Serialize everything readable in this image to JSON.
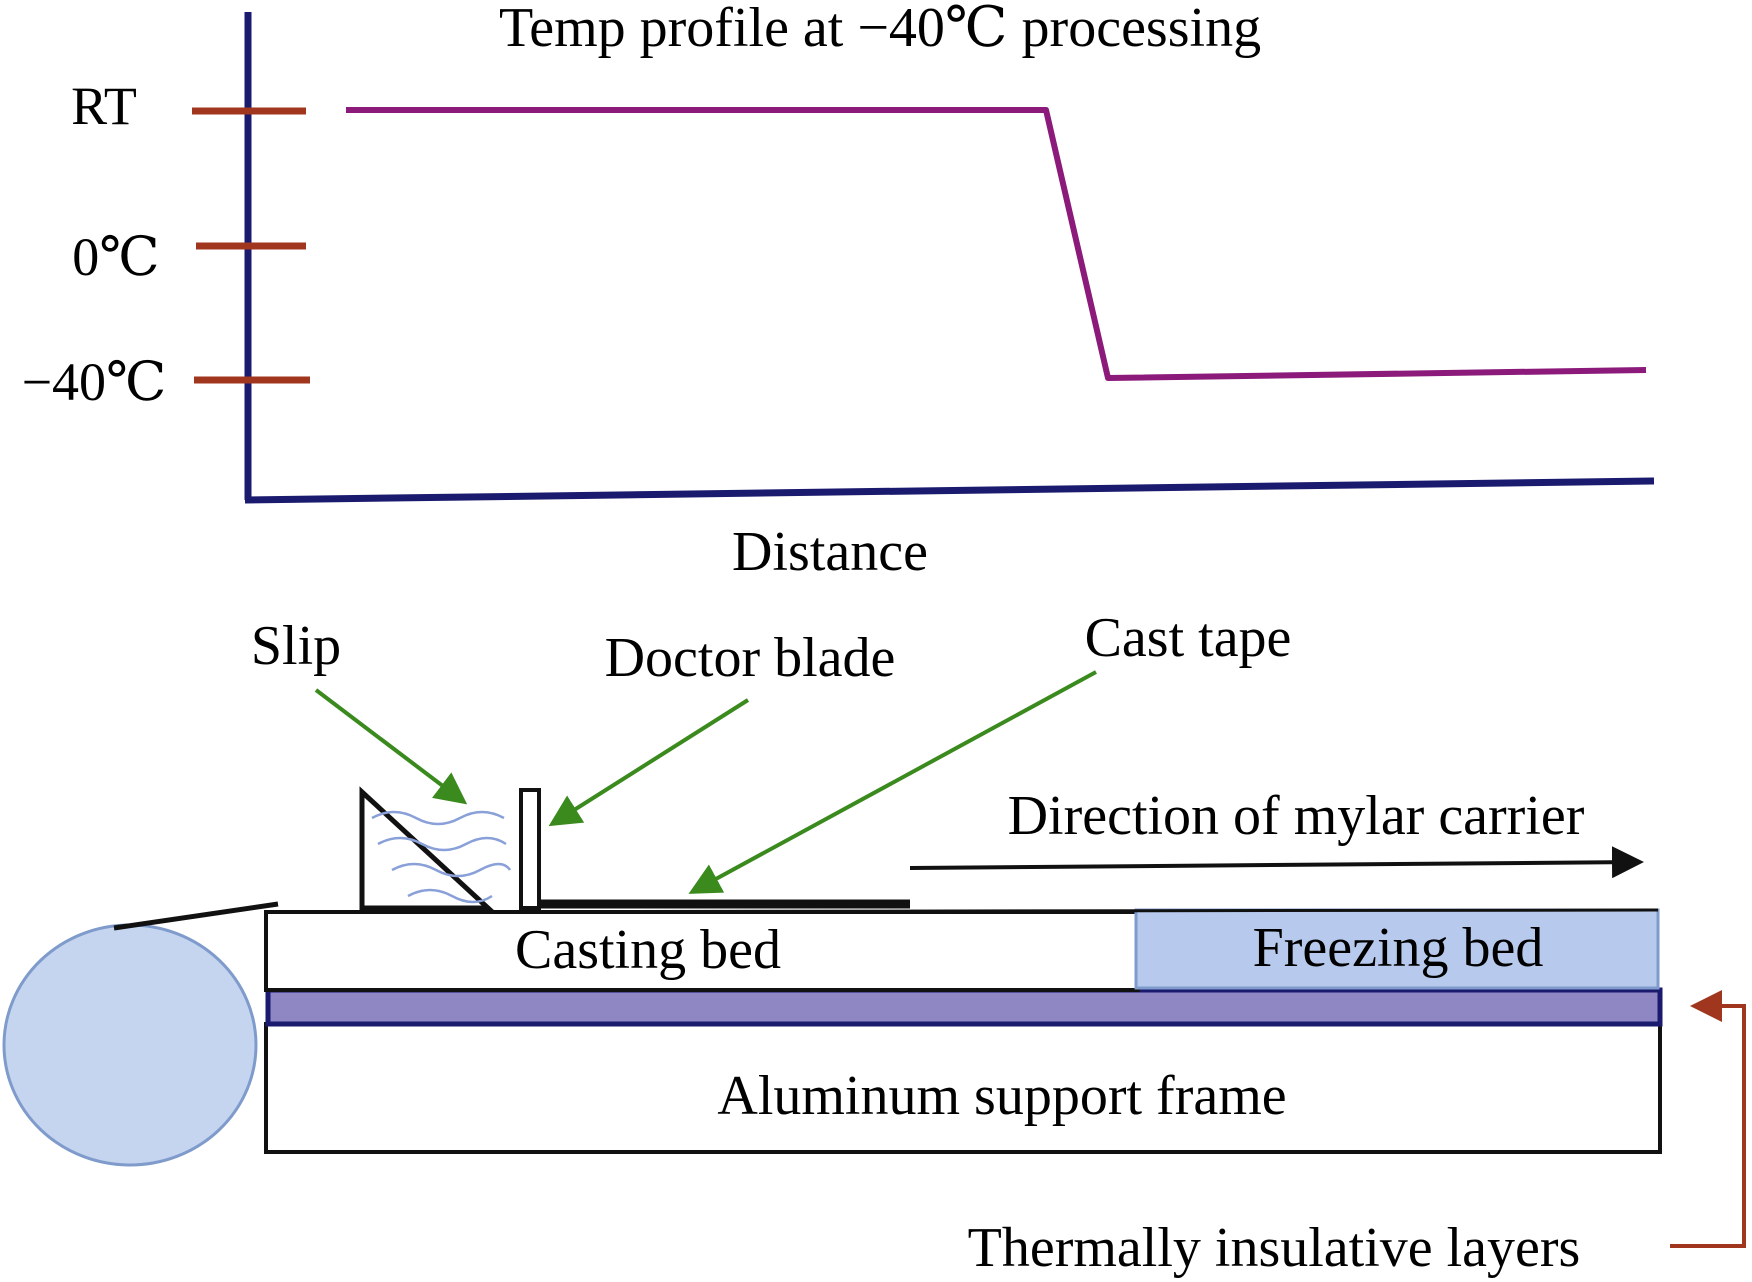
{
  "graph": {
    "title": "Temp profile at −40℃ processing",
    "y_ticks": [
      "RT",
      "0℃",
      "−40℃"
    ],
    "x_label": "Distance"
  },
  "apparatus": {
    "slip": "Slip",
    "doctor_blade": "Doctor blade",
    "cast_tape": "Cast tape",
    "direction": "Direction of mylar carrier",
    "casting_bed": "Casting bed",
    "freezing_bed": "Freezing bed",
    "support_frame": "Aluminum support frame",
    "insulative_layers": "Thermally insulative layers"
  },
  "colors": {
    "axis": "#1a1a6e",
    "tick": "#a0361e",
    "profile": "#8b1a7a",
    "arrow_green": "#3a8a1e",
    "arrow_dark": "#a0361e",
    "roll_fill": "#c5d5ef",
    "roll_stroke": "#7f9bcc",
    "freezing_fill": "#b7c9ec",
    "insulative_fill": "#8f86c4",
    "slip_wave": "#8aa0d8"
  }
}
